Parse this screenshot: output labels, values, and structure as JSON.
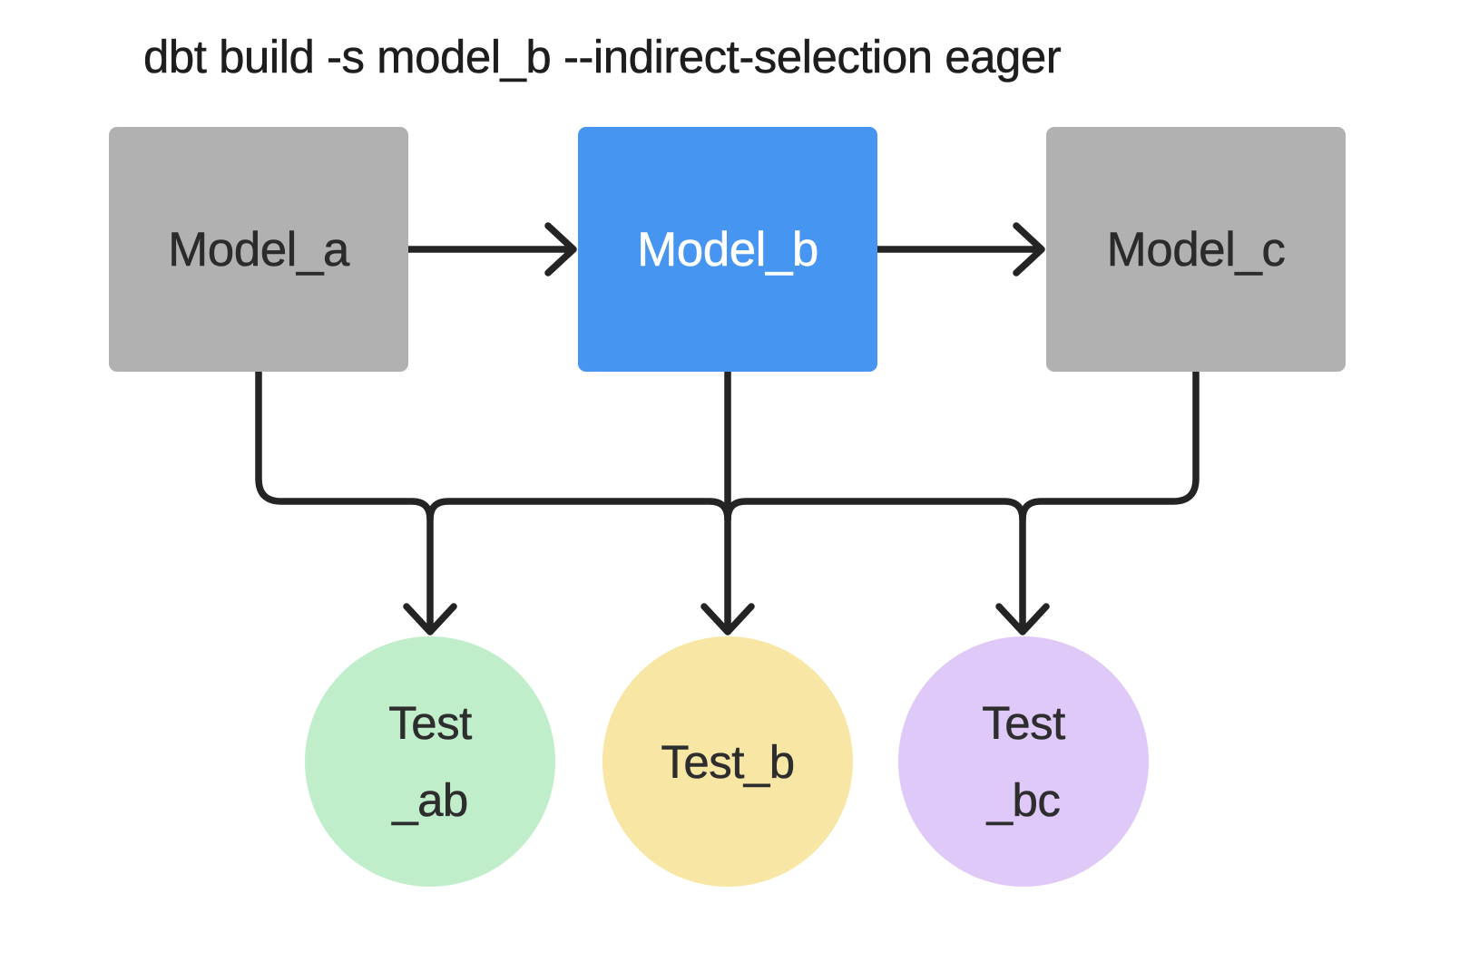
{
  "title": "dbt build -s model_b --indirect-selection eager",
  "colors": {
    "background": "#ffffff",
    "line": "#242424",
    "model_unselected_fill": "#b1b1b1",
    "model_selected_fill": "#4695f0",
    "model_unselected_text": "#2b2b2b",
    "model_selected_text": "#ffffff",
    "test_ab_fill": "#c0eecb",
    "test_b_fill": "#f8e6a4",
    "test_bc_fill": "#dec9f8",
    "test_text": "#2d2d2d",
    "title_text": "#1d1d1f"
  },
  "models": [
    {
      "label": "Model_a",
      "selected": false,
      "fill": "#b1b1b1",
      "text_color": "#2b2b2b"
    },
    {
      "label": "Model_b",
      "selected": true,
      "fill": "#4695f0",
      "text_color": "#ffffff"
    },
    {
      "label": "Model_c",
      "selected": false,
      "fill": "#b1b1b1",
      "text_color": "#2b2b2b"
    }
  ],
  "tests": [
    {
      "label_line1": "Test",
      "label_line2": "_ab",
      "fill": "#c0eecb",
      "text_color": "#2d2d2d"
    },
    {
      "label_line1": "Test_b",
      "fill": "#f8e6a4",
      "text_color": "#2d2d2d"
    },
    {
      "label_line1": "Test",
      "label_line2": "_bc",
      "fill": "#dec9f8",
      "text_color": "#2d2d2d"
    }
  ],
  "edges": [
    {
      "from": "Model_a",
      "to": "Model_b",
      "style": "arrow-right"
    },
    {
      "from": "Model_b",
      "to": "Model_c",
      "style": "arrow-right"
    },
    {
      "from": "Model_a",
      "to": "Test_ab",
      "style": "elbow-bus-arrow-down"
    },
    {
      "from": "Model_b",
      "to": "Test_b",
      "style": "straight-arrow-down"
    },
    {
      "from": "Model_c",
      "to": "Test_bc",
      "style": "elbow-bus-arrow-down"
    }
  ]
}
